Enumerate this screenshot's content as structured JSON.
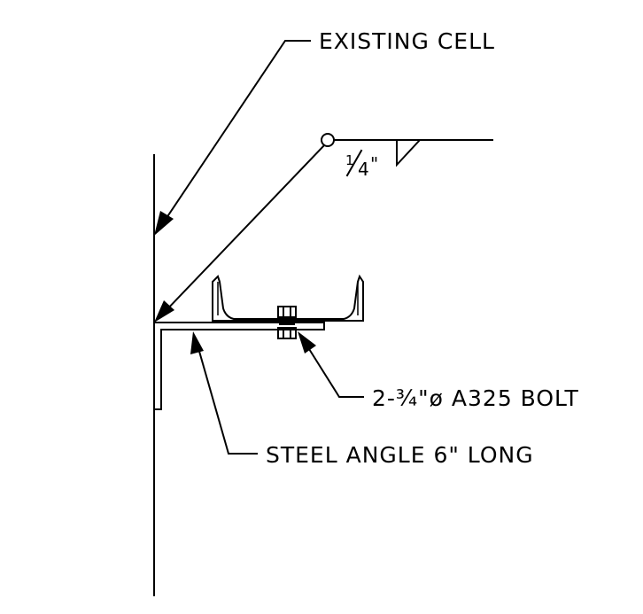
{
  "labels": {
    "existing_cell": "EXISTING CELL",
    "bolt": "2-¾\"ø A325 BOLT",
    "angle": "STEEL ANGLE 6\" LONG"
  },
  "weld_symbol": {
    "size": "1/4\"",
    "numerator": "1",
    "denominator": "4",
    "inch_mark": "\""
  }
}
